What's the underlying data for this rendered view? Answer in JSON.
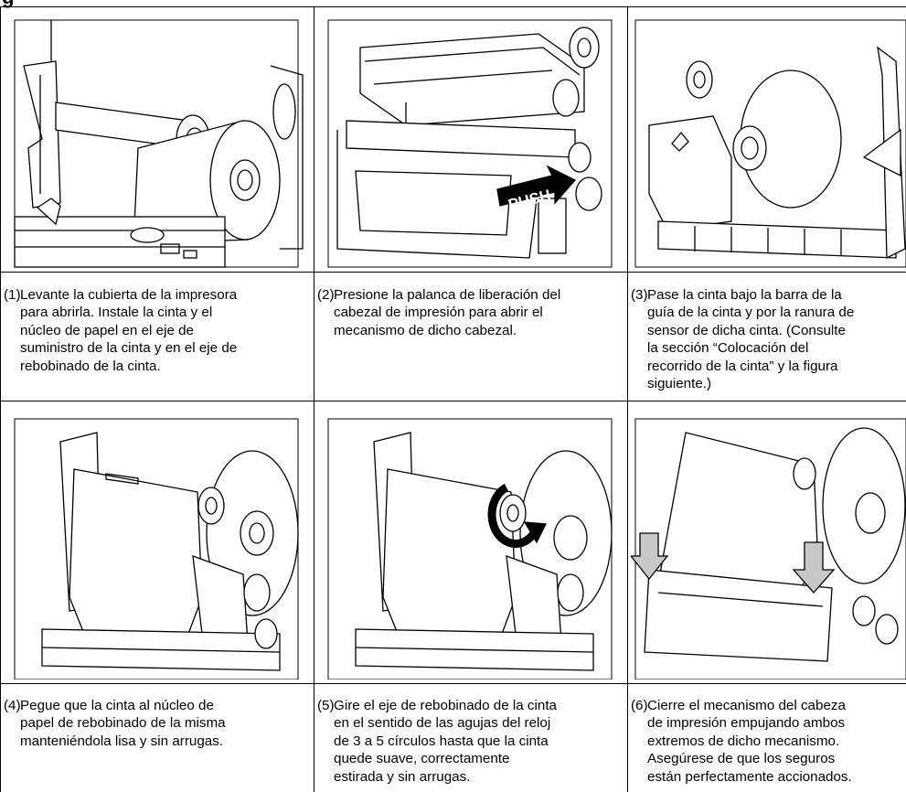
{
  "page": {
    "heading": "g"
  },
  "steps": [
    {
      "number": "(1)",
      "text": "Levante la cubierta de la impresora para abrirla. Instale la cinta y el núcleo de papel en el eje de suministro de la cinta y en el eje de rebobinado de la cinta.",
      "lines": [
        "Levante la cubierta de la impresora",
        "para abrirla. Instale la cinta y el",
        "núcleo de papel en el eje de",
        "suministro de la cinta y en el eje de",
        "rebobinado de la cinta."
      ]
    },
    {
      "number": "(2)",
      "text": "Presione la palanca de liberación del cabezal de impresión para abrir el mecanismo de dicho cabezal.",
      "lines": [
        "Presione la palanca de liberación del",
        "cabezal de impresión para abrir el",
        "mecanismo de dicho cabezal."
      ]
    },
    {
      "number": "(3)",
      "text": "Pase la cinta bajo la barra de la guía de la cinta y por la ranura de sensor de dicha cinta. (Consulte la sección “Colocación del recorrido de la cinta” y la figura siguiente.)",
      "lines": [
        "Pase la cinta bajo la barra de la",
        "guía de la cinta y por la ranura de",
        "sensor de dicha cinta. (Consulte",
        "la sección “Colocación del",
        "recorrido de la cinta” y la figura",
        "siguiente.)"
      ]
    },
    {
      "number": "(4)",
      "text": "Pegue que la cinta al núcleo de papel de rebobinado de la misma manteniéndola lisa y sin arrugas.",
      "lines": [
        "Pegue que la cinta al núcleo de",
        "papel de rebobinado de la misma",
        "manteniéndola lisa y sin arrugas."
      ]
    },
    {
      "number": "(5)",
      "text": "Gire el eje de rebobinado de la cinta en el sentido de las agujas del reloj de 3 a 5 círculos hasta que la cinta quede suave, correctamente estirada y sin arrugas.",
      "lines": [
        "Gire el eje de rebobinado de la cinta",
        "en el sentido de las agujas del reloj",
        "de 3 a 5 círculos hasta que la cinta",
        "quede suave, correctamente",
        "estirada y sin arrugas."
      ]
    },
    {
      "number": "(6)",
      "text": "Cierre el mecanismo del cabeza de impresión empujando ambos extremos de dicho mecanismo. Asegúrese de que los seguros están perfectamente accionados.",
      "lines": [
        "Cierre el mecanismo del cabeza",
        "de impresión    empujando ambos",
        "extremos de dicho mecanismo.",
        "Asegúrese de que los seguros",
        "están perfectamente accionados."
      ]
    }
  ],
  "illustrations": [
    {
      "id": "fig1",
      "description_label": ""
    },
    {
      "id": "fig2",
      "label": "PUSH"
    },
    {
      "id": "fig3"
    },
    {
      "id": "fig4"
    },
    {
      "id": "fig5"
    },
    {
      "id": "fig6"
    }
  ],
  "colors": {
    "line": "#000000",
    "arrow_fill": "#c8c8c8",
    "push_label_bg": "#000000",
    "push_label_text": "#ffffff"
  }
}
